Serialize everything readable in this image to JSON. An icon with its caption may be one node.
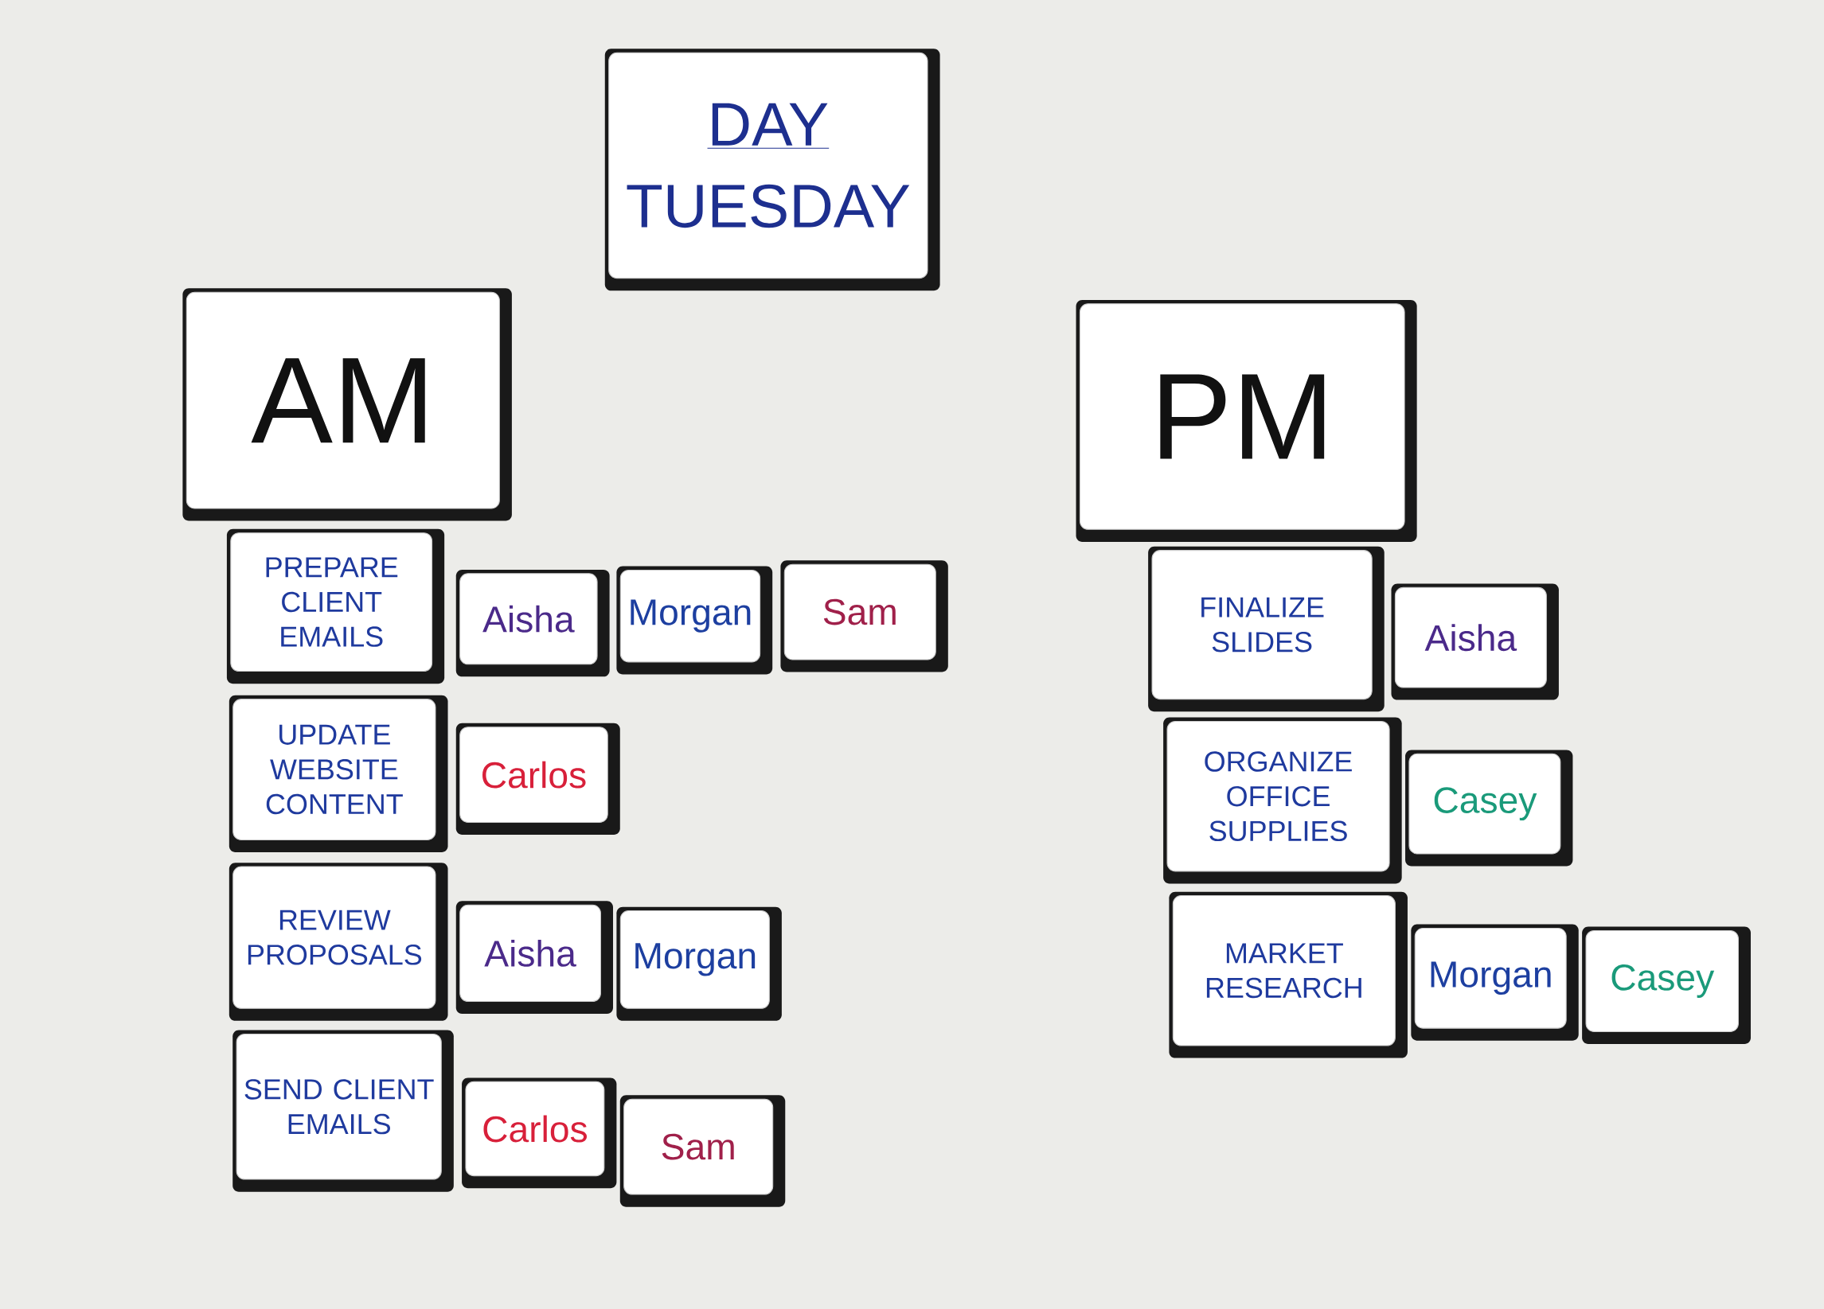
{
  "diagram": {
    "nodes": [
      {
        "text": [
          "DAY",
          "TUESDAY"
        ]
      },
      {
        "text": [
          "AM"
        ]
      },
      {
        "text": [
          "PREPARE CLIENT EMAILS"
        ]
      },
      {
        "text": [
          "Aisha"
        ]
      },
      {
        "text": [
          "Morgan"
        ]
      },
      {
        "text": [
          "Sam"
        ]
      },
      {
        "text": [
          "UPDATE WEBSITE CONTENT"
        ]
      },
      {
        "text": [
          "Carlos"
        ]
      },
      {
        "text": [
          "REVIEW PROPOSALS"
        ]
      },
      {
        "text": [
          "Aisha"
        ]
      },
      {
        "text": [
          "Morgan"
        ]
      },
      {
        "text": [
          "SEND CLIENT EMAILS"
        ]
      },
      {
        "text": [
          "Carlos"
        ]
      },
      {
        "text": [
          "Sam"
        ]
      },
      {
        "text": [
          "PM"
        ]
      },
      {
        "text": [
          "FINALIZE SLIDES"
        ]
      },
      {
        "text": [
          "Aisha"
        ]
      },
      {
        "text": [
          "ORGANIZE OFFICE SUPPLIES"
        ]
      },
      {
        "text": [
          "Casey"
        ]
      },
      {
        "text": [
          "MARKET RESEARCH"
        ]
      },
      {
        "text": [
          "Morgan"
        ]
      },
      {
        "text": [
          "Casey"
        ]
      }
    ]
  }
}
